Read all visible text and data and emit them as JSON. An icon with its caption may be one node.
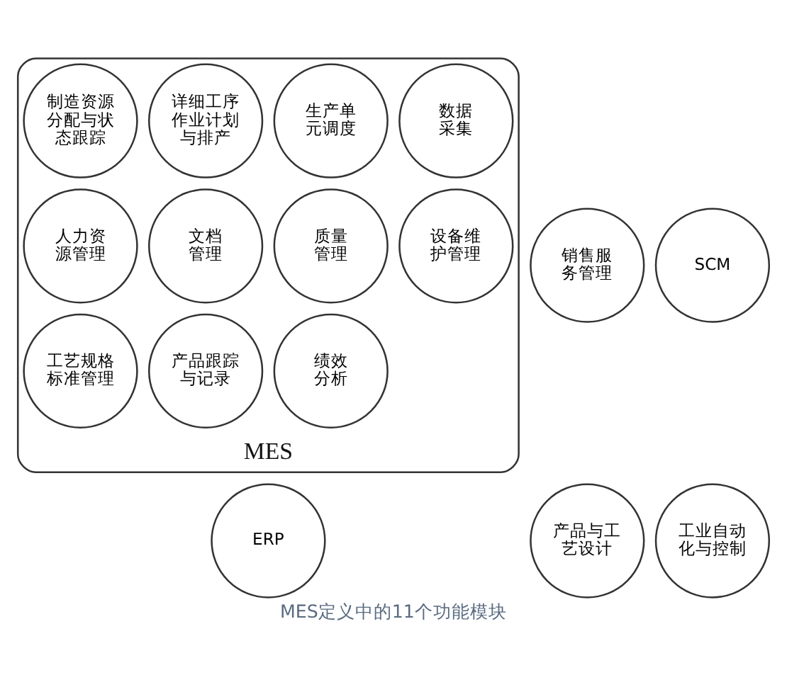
{
  "diagram": {
    "caption": "MES定义中的11个功能模块",
    "nodes": [
      {
        "text": [
          "销售服务管理"
        ]
      },
      {
        "text": [
          "SCM"
        ]
      },
      {
        "text": [
          "ERP"
        ]
      },
      {
        "text": [
          "MES"
        ]
      },
      {
        "text": [
          "制造资源分配与状态跟踪"
        ],
        "in": 3
      },
      {
        "text": [
          "详细工序作业计划与排产"
        ],
        "in": 3
      },
      {
        "text": [
          "生产单元调度"
        ],
        "in": 3
      },
      {
        "text": [
          "数据采集"
        ],
        "in": 3
      },
      {
        "text": [
          "人力资源管理"
        ],
        "in": 3
      },
      {
        "text": [
          "文档管理"
        ],
        "in": 3
      },
      {
        "text": [
          "质量管理"
        ],
        "in": 3
      },
      {
        "text": [
          "设备维护管理"
        ],
        "in": 3
      },
      {
        "text": [
          "工艺规格标准管理"
        ],
        "in": 3
      },
      {
        "text": [
          "产品跟踪与记录"
        ],
        "in": 3
      },
      {
        "text": [
          "绩效分析"
        ],
        "in": 3
      },
      {
        "text": [
          "产品与工艺设计"
        ]
      },
      {
        "text": [
          "工业自动化与控制"
        ]
      }
    ]
  }
}
